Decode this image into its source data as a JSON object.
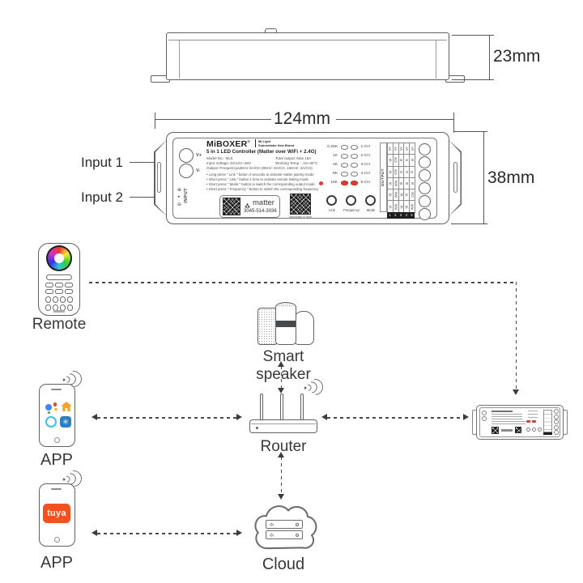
{
  "side_view": {
    "height_label": "23mm"
  },
  "front_view": {
    "width_label": "124mm",
    "height_label": "38mm",
    "callouts": [
      "Input 1",
      "Input 2"
    ]
  },
  "label": {
    "brand": "MiBOXER",
    "reg_mark": "®",
    "brand_tagline_line1": "Mi·Light",
    "brand_tagline_line2": "Subordinate New Brand",
    "product_title": "5 in 1 LED Controller (Matter over WiFi + 2.4G)",
    "spec_left": [
      "Model No.: ML5",
      "Input Voltage: DC12V~48V"
    ],
    "spec_right": [
      "Total output: Max 15A",
      "Working Temp.: -10~40°C"
    ],
    "spec_full": "Output: Frequency≤4KHz 6A/CH (8KHz: 5A/CH, 16KHz: 4A/CH)",
    "instructions": [
      "• Long press \" Link \" button 3 seconds to activate matter pairing mode",
      "• Short press \" Link \" button 1 time to activate remote linking mode",
      "• Short press \" Mode \" button to switch the corresponding output mode",
      "• Short press \" Frequency \" button to switch the corresponding frequency"
    ],
    "input_terminals": [
      "V+",
      "V-"
    ],
    "input_label": "INPUT",
    "polarity_plus": "⊕",
    "polarity_minus": "⊖",
    "matter_word": "matter",
    "matter_code": "3045-514-3036",
    "qr_caption": "Instruction is here",
    "buttons": [
      "Link",
      "Frequency",
      "Mode"
    ],
    "indicators": [
      {
        "freq": "0.25K",
        "ch": "1-CH",
        "lit": false
      },
      {
        "freq": "1K",
        "ch": "2-CH",
        "lit": false
      },
      {
        "freq": "4K",
        "ch": "3-CH",
        "lit": false
      },
      {
        "freq": "8K",
        "ch": "4-CH",
        "lit": false
      },
      {
        "freq": "16K",
        "ch": "5-CH",
        "lit": true
      }
    ],
    "output_label": "OUTPUT",
    "output_table_rows": [
      [
        "V+",
        "V+",
        "V+",
        "V+",
        "V+"
      ],
      [
        "W",
        "CW",
        "R",
        "R",
        "R"
      ],
      [
        "W",
        "CW",
        "G",
        "G",
        "G"
      ],
      [
        "W",
        "WW",
        "B",
        "B",
        "B"
      ],
      [
        "W",
        "WW",
        "W",
        "W",
        "CW"
      ],
      [
        "W",
        "WW",
        "W",
        "W",
        "WW"
      ]
    ],
    "output_table_footer": [
      "1",
      "2",
      "3",
      "4",
      "5"
    ]
  },
  "diagram": {
    "remote_label": "Remote",
    "speaker_label": "Smart speaker",
    "router_label": "Router",
    "app1_label": "APP",
    "app2_label": "APP",
    "cloud_label": "Cloud",
    "tuya_text": "tuya"
  },
  "colors": {
    "led_red": "#e8372c",
    "tuya_orange": "#f4511e",
    "home_orange": "#f7a426",
    "alexa_blue": "#35c1f1",
    "smartthings_blue": "#2e7fc2",
    "line_gray": "#5f6165"
  }
}
